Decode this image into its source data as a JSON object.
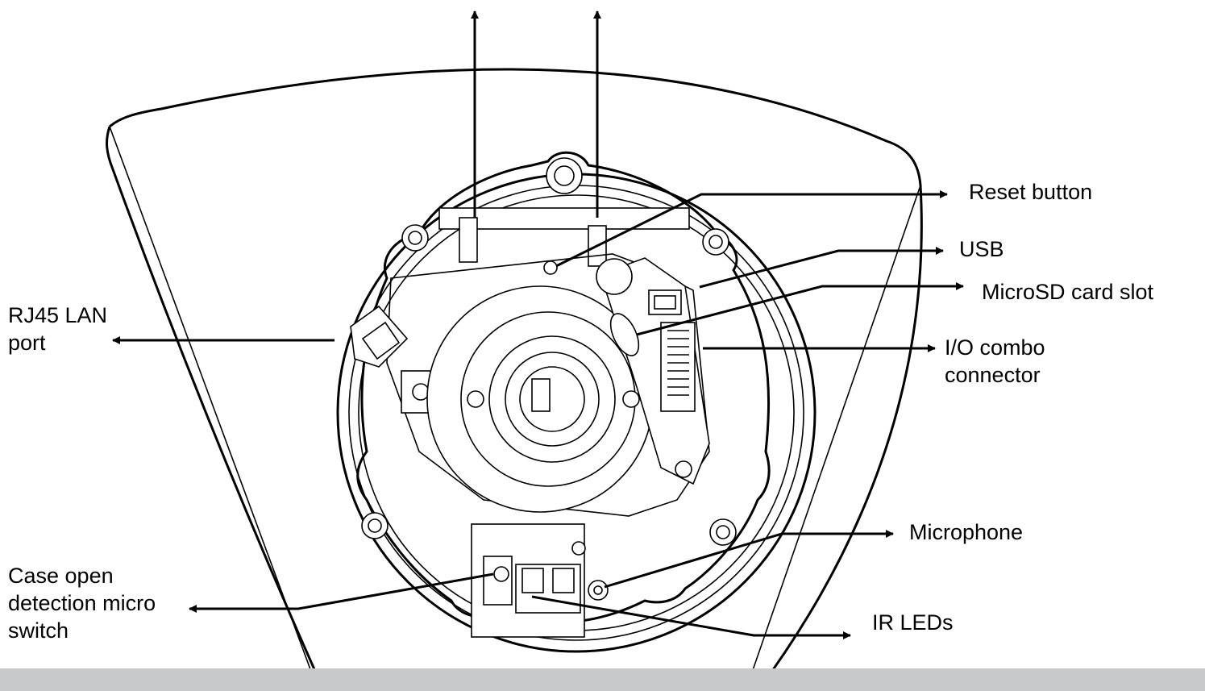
{
  "labels": {
    "reset_button": "Reset button",
    "usb": "USB",
    "microsd": "MicroSD card slot",
    "io_line1": "I/O combo",
    "io_line2": "connector",
    "rj45_line1": "RJ45 LAN",
    "rj45_line2": "port",
    "microphone": "Microphone",
    "case_line1": "Case open",
    "case_line2": "detection micro",
    "case_line3": "switch",
    "ir_leds": "IR LEDs"
  },
  "colors": {
    "line": "#000000",
    "background": "#ffffff",
    "bottom_band": "#c8c9cb"
  }
}
